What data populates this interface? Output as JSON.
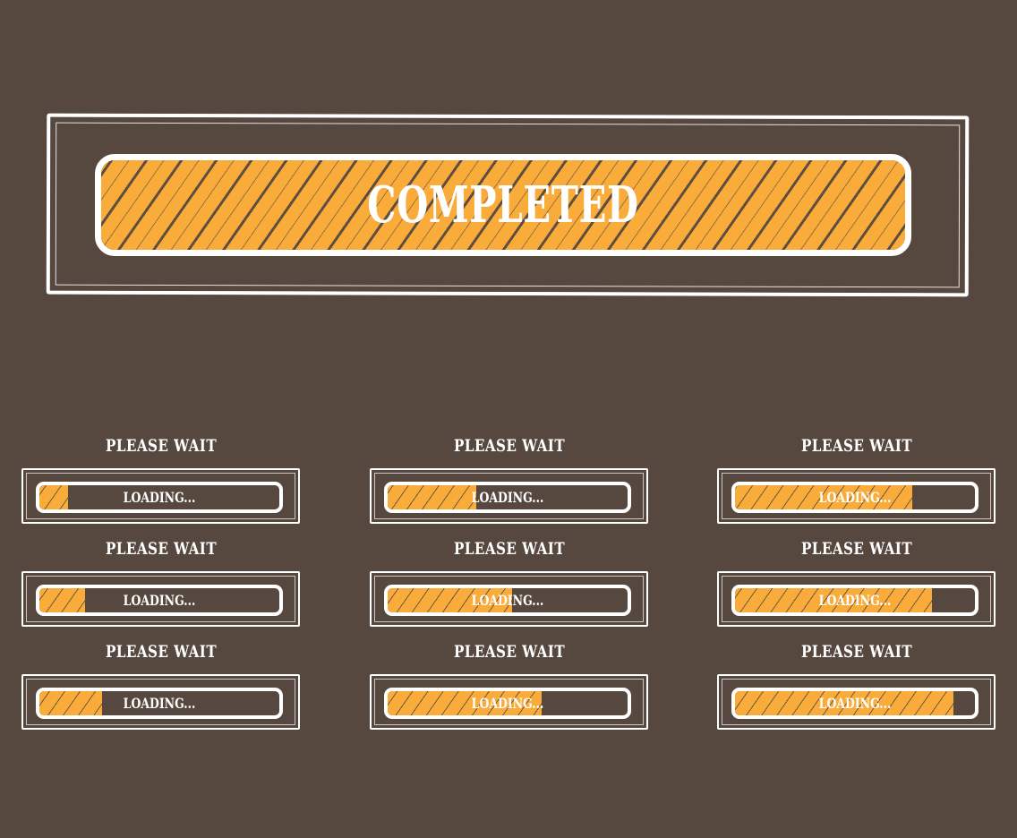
{
  "colors": {
    "background": "#57483f",
    "accent": "#faac3b",
    "stroke": "#ffffff"
  },
  "completed": {
    "label": "COMPLETED",
    "progress_percent": 100
  },
  "loading_bars": [
    {
      "title": "PLEASE WAIT",
      "label": "LOADING...",
      "progress_percent": 12
    },
    {
      "title": "PLEASE WAIT",
      "label": "LOADING...",
      "progress_percent": 37
    },
    {
      "title": "PLEASE WAIT",
      "label": "LOADING...",
      "progress_percent": 74
    },
    {
      "title": "PLEASE WAIT",
      "label": "LOADING...",
      "progress_percent": 19
    },
    {
      "title": "PLEASE WAIT",
      "label": "LOADING...",
      "progress_percent": 52
    },
    {
      "title": "PLEASE WAIT",
      "label": "LOADING...",
      "progress_percent": 82
    },
    {
      "title": "PLEASE WAIT",
      "label": "LOADING...",
      "progress_percent": 26
    },
    {
      "title": "PLEASE WAIT",
      "label": "LOADING...",
      "progress_percent": 64
    },
    {
      "title": "PLEASE WAIT",
      "label": "LOADING...",
      "progress_percent": 91
    }
  ]
}
